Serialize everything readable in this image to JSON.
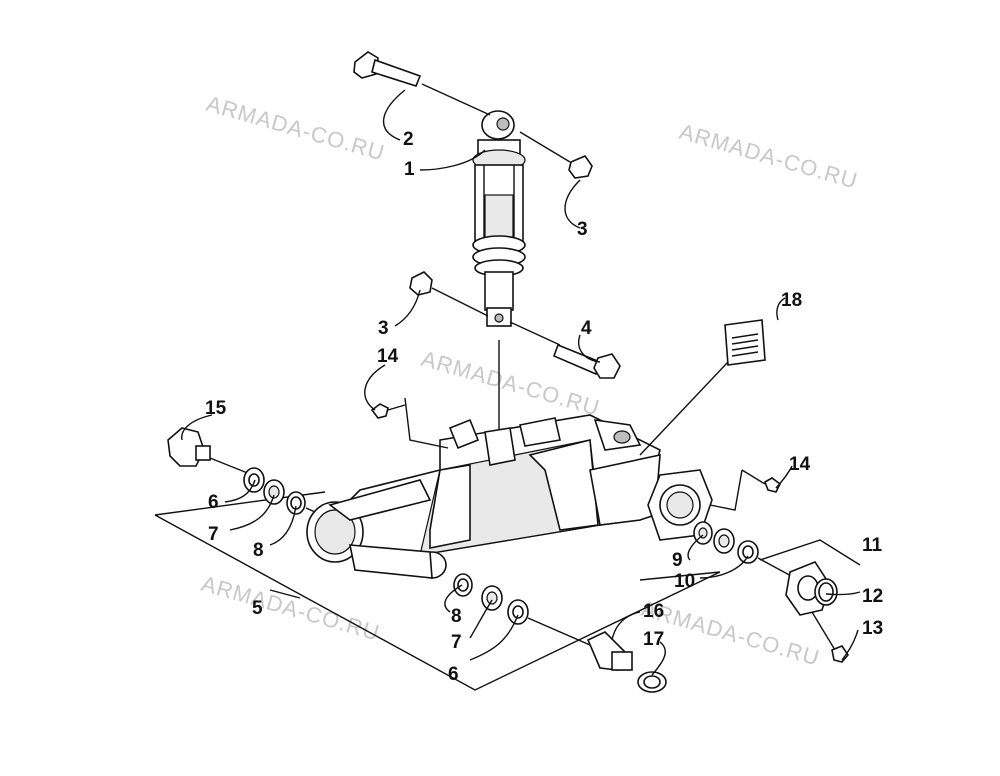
{
  "watermark": "ARMADA-CO.RU",
  "callouts": [
    "1",
    "2",
    "3",
    "3",
    "4",
    "5",
    "6",
    "6",
    "7",
    "7",
    "8",
    "8",
    "9",
    "10",
    "11",
    "12",
    "13",
    "14",
    "14",
    "15",
    "16",
    "17",
    "18"
  ]
}
